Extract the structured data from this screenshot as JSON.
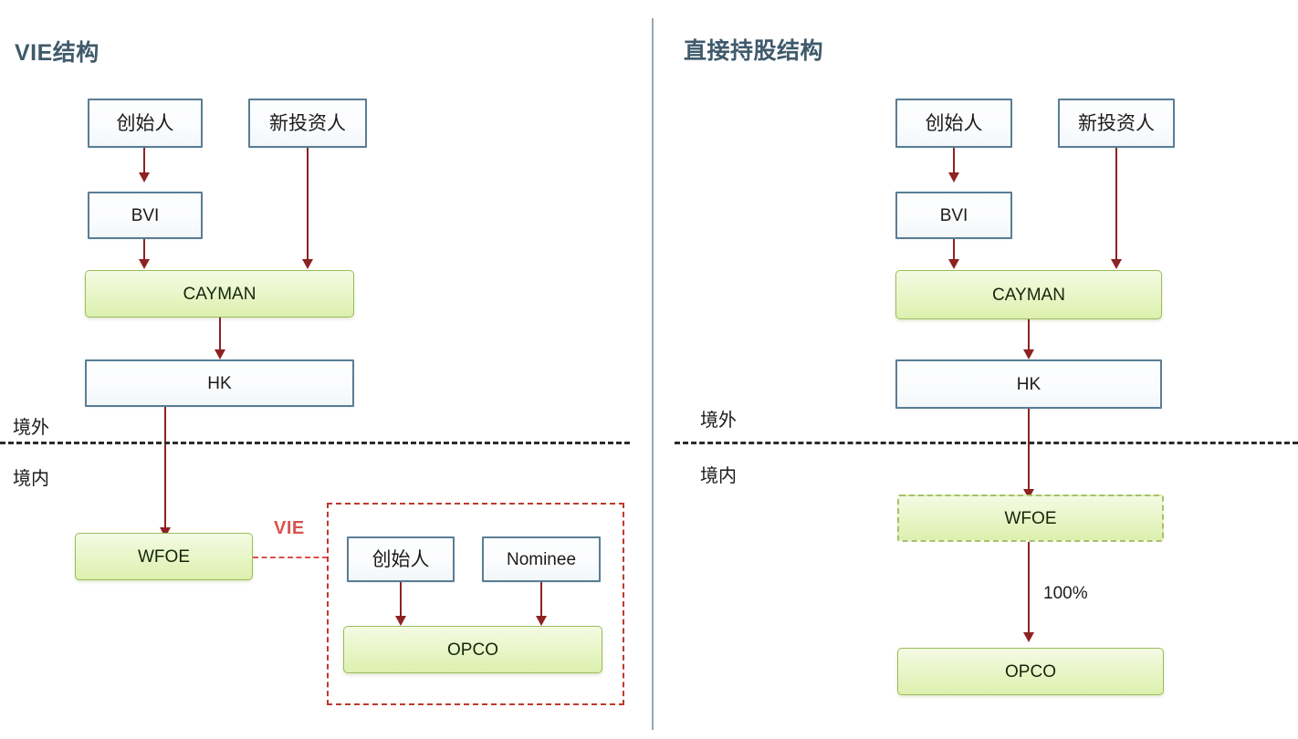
{
  "colors": {
    "title": "#3f5a6b",
    "box_blue_border": "#5a7d95",
    "box_green_fill": "#e3f4bd",
    "box_green_border": "#9bbd5a",
    "arrow": "#8e2222",
    "vie_red": "#d9534f",
    "boundary": "#2b2b2b",
    "divider": "#9aa7b0",
    "background": "#ffffff"
  },
  "panels": [
    {
      "id": "vie",
      "title": "VIE结构",
      "nodes": [
        {
          "name": "founder",
          "label": "创始人",
          "style": "blue"
        },
        {
          "name": "new-investor",
          "label": "新投资人",
          "style": "blue"
        },
        {
          "name": "bvi",
          "label": "BVI",
          "style": "blue"
        },
        {
          "name": "cayman",
          "label": "CAYMAN",
          "style": "green"
        },
        {
          "name": "hk",
          "label": "HK",
          "style": "blue"
        },
        {
          "name": "wfoe",
          "label": "WFOE",
          "style": "green"
        },
        {
          "name": "vie-founder",
          "label": "创始人",
          "style": "blue"
        },
        {
          "name": "nominee",
          "label": "Nominee",
          "style": "blue"
        },
        {
          "name": "opco",
          "label": "OPCO",
          "style": "green"
        }
      ],
      "boundary": {
        "above_label": "境外",
        "below_label": "境内"
      },
      "group": {
        "name": "vie-group",
        "label": "VIE"
      },
      "edges": [
        {
          "from": "founder",
          "to": "bvi"
        },
        {
          "from": "new-investor",
          "to": "cayman"
        },
        {
          "from": "bvi",
          "to": "cayman"
        },
        {
          "from": "cayman",
          "to": "hk"
        },
        {
          "from": "hk",
          "to": "wfoe"
        },
        {
          "from": "vie-founder",
          "to": "opco"
        },
        {
          "from": "nominee",
          "to": "opco"
        },
        {
          "from": "wfoe",
          "to": "vie-group",
          "style": "dashed",
          "label": "VIE"
        }
      ]
    },
    {
      "id": "direct",
      "title": "直接持股结构",
      "nodes": [
        {
          "name": "founder",
          "label": "创始人",
          "style": "blue"
        },
        {
          "name": "new-investor",
          "label": "新投资人",
          "style": "blue"
        },
        {
          "name": "bvi",
          "label": "BVI",
          "style": "blue"
        },
        {
          "name": "cayman",
          "label": "CAYMAN",
          "style": "green"
        },
        {
          "name": "hk",
          "label": "HK",
          "style": "blue"
        },
        {
          "name": "wfoe",
          "label": "WFOE",
          "style": "green-dashed"
        },
        {
          "name": "opco",
          "label": "OPCO",
          "style": "green"
        }
      ],
      "boundary": {
        "above_label": "境外",
        "below_label": "境内"
      },
      "edges": [
        {
          "from": "founder",
          "to": "bvi"
        },
        {
          "from": "new-investor",
          "to": "cayman"
        },
        {
          "from": "bvi",
          "to": "cayman"
        },
        {
          "from": "cayman",
          "to": "hk"
        },
        {
          "from": "hk",
          "to": "wfoe"
        },
        {
          "from": "wfoe",
          "to": "opco",
          "label": "100%"
        }
      ]
    }
  ],
  "labels": {
    "ownership_100": "100%"
  }
}
